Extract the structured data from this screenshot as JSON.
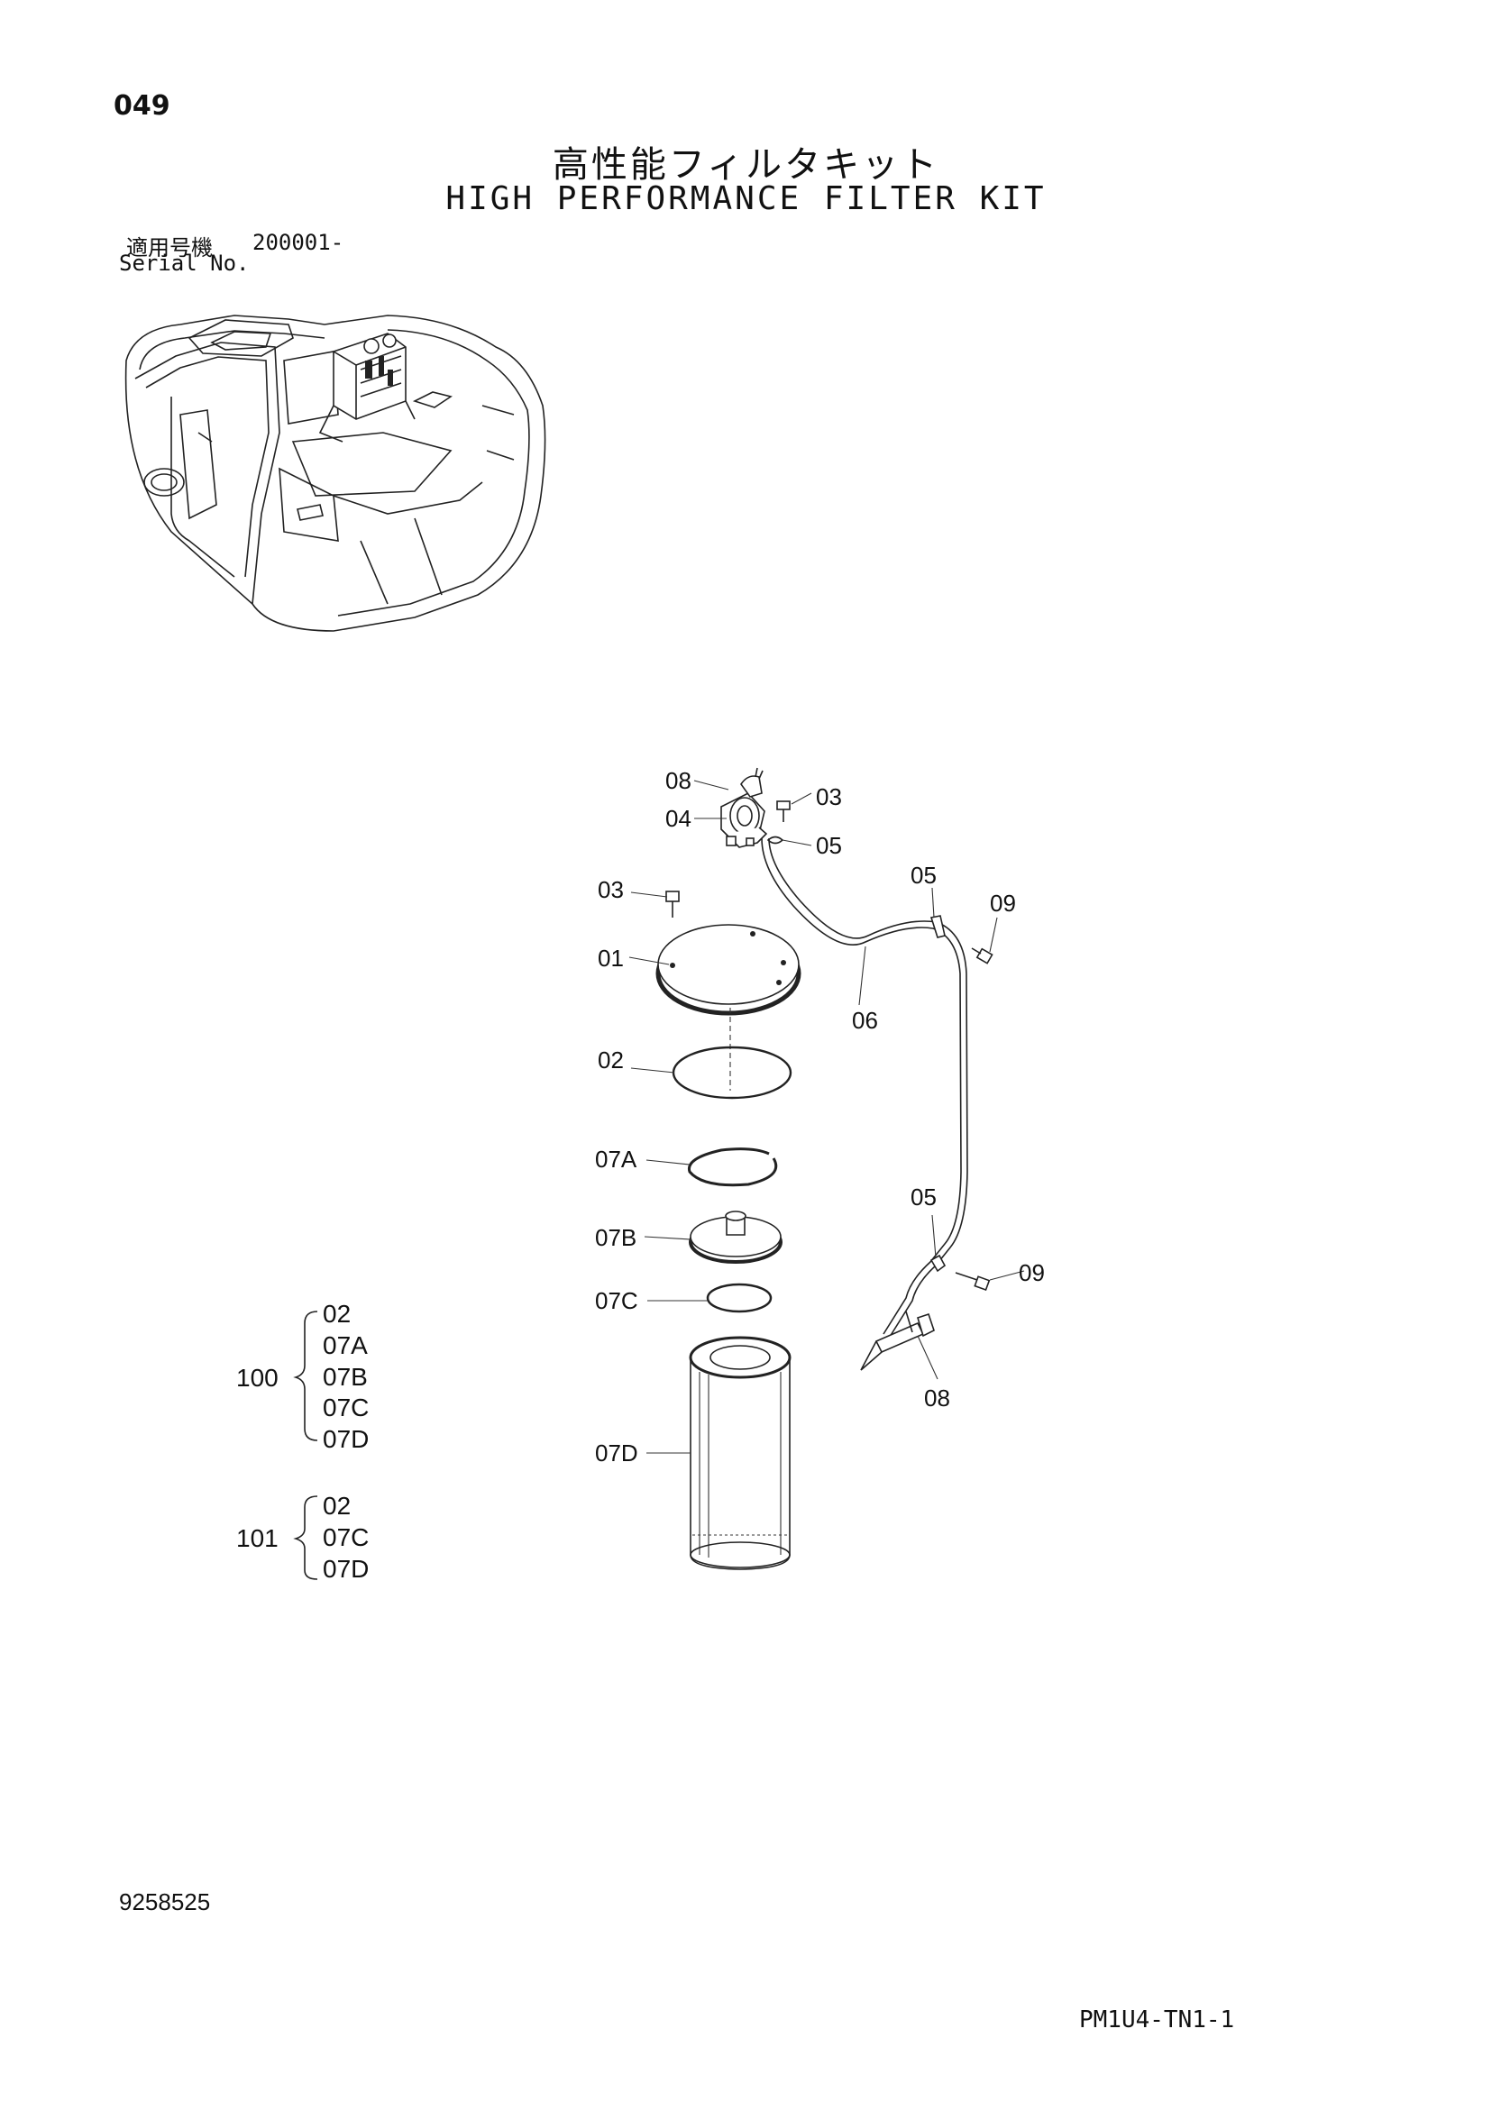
{
  "header": {
    "page_number": "049",
    "title_jp": "高性能フィルタキット",
    "title_en": "HIGH PERFORMANCE FILTER KIT",
    "serial_label_jp": "適用号機",
    "serial_value": "200001-",
    "serial_label_en": "Serial No."
  },
  "callouts": {
    "c08_top": "08",
    "c04": "04",
    "c03_top": "03",
    "c05_top": "05",
    "c03_left": "03",
    "c01": "01",
    "c05_right": "05",
    "c09_top": "09",
    "c06": "06",
    "c02": "02",
    "c07A": "07A",
    "c05_lower": "05",
    "c07B": "07B",
    "c09_lower": "09",
    "c07C": "07C",
    "c08_bottom": "08",
    "c07D": "07D"
  },
  "kits": [
    {
      "number": "100",
      "parts": [
        "02",
        "07A",
        "07B",
        "07C",
        "07D"
      ]
    },
    {
      "number": "101",
      "parts": [
        "02",
        "07C",
        "07D"
      ]
    }
  ],
  "footer": {
    "drawing_number": "9258525",
    "sheet_code": "PM1U4-TN1-1"
  }
}
